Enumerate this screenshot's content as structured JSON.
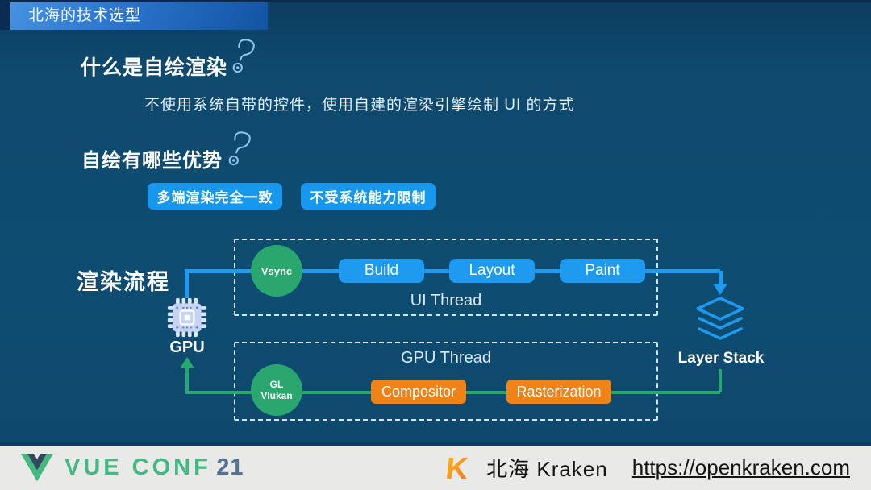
{
  "header": {
    "title": "北海的技术选型"
  },
  "what_is": {
    "heading": "什么是自绘渲染",
    "description": "不使用系统自带的控件，使用自建的渲染引擎绘制 UI 的方式"
  },
  "advantages": {
    "heading": "自绘有哪些优势",
    "badges": [
      "多端渲染完全一致",
      "不受系统能力限制"
    ]
  },
  "diagram": {
    "title": "渲染流程",
    "gpu_label": "GPU",
    "layer_stack_label": "Layer Stack",
    "ui_thread": {
      "label": "UI Thread",
      "trigger": "Vsync",
      "steps": [
        "Build",
        "Layout",
        "Paint"
      ]
    },
    "gpu_thread": {
      "label": "GPU Thread",
      "trigger_line1": "GL",
      "trigger_line2": "Vlukan",
      "steps": [
        "Compositor",
        "Rasterization"
      ]
    }
  },
  "footer": {
    "conference": {
      "brand": "VUE CONF",
      "year": "21"
    },
    "kraken": {
      "name": "北海 Kraken",
      "url": "https://openkraken.com"
    }
  },
  "colors": {
    "background": "#0E4C71",
    "accent_blue": "#1E9BF0",
    "accent_green": "#27A870",
    "accent_orange": "#EF8318",
    "badge_blue": "#1598EE",
    "vue_green": "#42B883",
    "kraken_orange": "#F5A623"
  }
}
